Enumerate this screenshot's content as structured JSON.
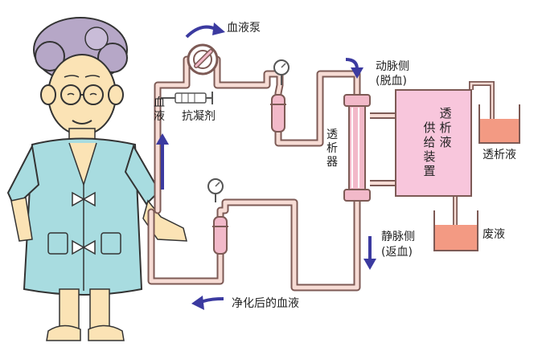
{
  "labels": {
    "blood_pump": "血液泵",
    "arterial_side": "动脉侧",
    "arterial_side_note": "(脱血)",
    "blood_flow": "血液",
    "anticoagulant": "抗凝剂",
    "dialyzer": "透析器",
    "dialysate_supply": "供给装置",
    "dialysate_supply_top": "透析液",
    "dialysate": "透析液",
    "venous_side": "静脉侧",
    "venous_side_note": "(返血)",
    "waste_liquid": "废液",
    "purified_blood": "净化后的血液"
  },
  "colors": {
    "tube_outer": "#7d5a55",
    "tube_inner": "#f7dcd5",
    "arrow": "#3b3aa0",
    "dialyzer_body": "#f2b9c9",
    "supply_box": "#f8c6dc",
    "dialysate_fill": "#f39a83",
    "gown": "#a8dce0",
    "skin": "#fbe3b5",
    "hair": "#b6a7c7"
  }
}
